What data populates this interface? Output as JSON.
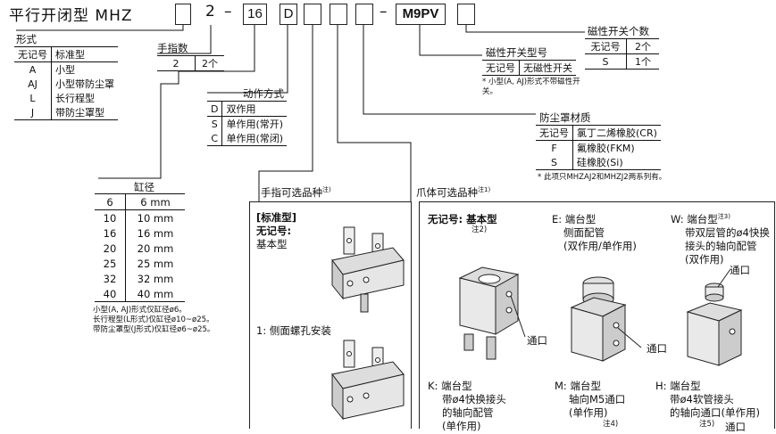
{
  "title": {
    "prefix": "平行开闭型 MHZ",
    "dash1": "2",
    "box_bore": "16",
    "box_action": "D",
    "dash2": "–",
    "dash3": "–",
    "box_switch": "M9PV"
  },
  "forms": {
    "title": "形式",
    "headers": [
      "无记号",
      "标准型"
    ],
    "rows": [
      [
        "A",
        "小型"
      ],
      [
        "AJ",
        "小型带防尘罩"
      ],
      [
        "L",
        "长行程型"
      ],
      [
        "J",
        "带防尘罩型"
      ]
    ]
  },
  "fingers": {
    "title": "手指数",
    "rows": [
      [
        "2",
        "2个"
      ]
    ]
  },
  "action": {
    "title": "动作方式",
    "rows": [
      [
        "D",
        "双作用"
      ],
      [
        "S",
        "单作用(常开)"
      ],
      [
        "C",
        "单作用(常闭)"
      ]
    ]
  },
  "bore": {
    "title": "缸径",
    "rows": [
      [
        "6",
        "6 mm"
      ],
      [
        "10",
        "10 mm"
      ],
      [
        "16",
        "16 mm"
      ],
      [
        "20",
        "20 mm"
      ],
      [
        "25",
        "25 mm"
      ],
      [
        "32",
        "32 mm"
      ],
      [
        "40",
        "40 mm"
      ]
    ],
    "notes": [
      "小型(A, AJ)形式仅缸径ø6。",
      "长行程型(L形式)仅缸径ø10~ø25。",
      "带防尘罩型(J形式)仅缸径ø6~ø25。"
    ]
  },
  "switch_qty": {
    "title": "磁性开关个数",
    "rows": [
      [
        "无记号",
        "2个"
      ],
      [
        "S",
        "1个"
      ]
    ]
  },
  "switch_type": {
    "title": "磁性开关型号",
    "rows": [
      [
        "无记号",
        "无磁性开关"
      ]
    ],
    "note": "* 小型(A, AJ)形式不带磁性开关。"
  },
  "dust_cover": {
    "title": "防尘罩材质",
    "rows": [
      [
        "无记号",
        "氯丁二烯橡胶(CR)"
      ],
      [
        "F",
        "氟橡胶(FKM)"
      ],
      [
        "S",
        "硅橡胶(Si)"
      ]
    ],
    "note": "* 此项只MHZAJ2和MHZJ2两系列有。"
  },
  "finger_options": {
    "title": "手指可选品种",
    "sup": "注)",
    "std_label": "[标准型]",
    "nomark": "无记号:",
    "basic": "基本型",
    "opt1": "1: 侧面螺孔安装"
  },
  "body_options": {
    "title": "爪体可选品种",
    "sup": "注1)",
    "nomark": "无记号: 基本型",
    "nomark_note": "注2)",
    "E_title": "E: 端台型",
    "E_l1": "侧面配管",
    "E_l2": "(双作用/单作用)",
    "W_title": "W: 端台型",
    "W_sup": "注3)",
    "W_l1": "带双层管的ø4快换",
    "W_l2": "接头的轴向配管",
    "W_l3": "(双作用)",
    "port1": "通口",
    "port2": "通口",
    "port3": "通口",
    "K_title": "K: 端台型",
    "K_l1": "带ø4快换接头",
    "K_l2": "的轴向配管",
    "K_l3": "(单作用)",
    "M_title": "M: 端台型",
    "M_l1": "轴向M5通口",
    "M_l2": "(单作用)",
    "M_note": "注4)",
    "H_title": "H: 端台型",
    "H_l1": "带ø4软管接头",
    "H_l2": "的轴向通口(单作用)",
    "H_note": "注5)",
    "H_port": "通口"
  }
}
